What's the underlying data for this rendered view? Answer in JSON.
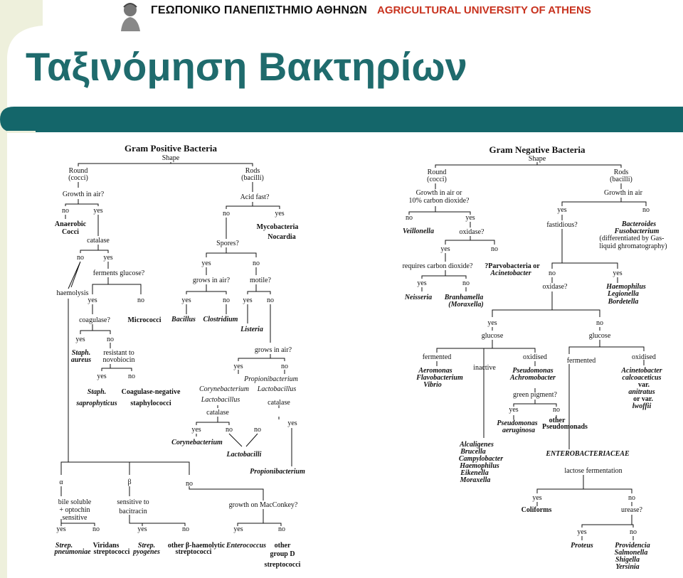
{
  "header": {
    "university_greek": "ΓΕΩΠΟΝΙΚΟ ΠΑΝΕΠΙΣΤΗΜΙΟ ΑΘΗΝΩΝ",
    "university_english": "AGRICULTURAL UNIVERSITY OF ATHENS"
  },
  "slide": {
    "title": "Ταξινόμηση Βακτηρίων"
  },
  "colors": {
    "accent": "#1f6b6d",
    "band": "#14666a",
    "brand_red": "#c8321e",
    "corner": "#eef0dc"
  },
  "gram_positive": {
    "title": "Gram Positive Bacteria",
    "shape": "Shape",
    "round": "Round",
    "cocci": "(cocci)",
    "rods": "Rods",
    "bacilli": "(bacilli)",
    "growth_air": "Growth in air?",
    "no": "no",
    "yes": "yes",
    "anaerobic": "Anaerobic",
    "cocci_b": "Cocci",
    "catalase": "catalase",
    "haemolysis": "haemolysis",
    "ferments_glucose": "ferments glucose?",
    "coagulase": "coagulase?",
    "micrococci": "Micrococci",
    "staph": "Staph.",
    "aureus": "aureus",
    "resistant": "resistant to",
    "novobiocin": "novobiocin",
    "staph2": "Staph.",
    "saprophyticus": "saprophyticus",
    "coag_neg": "Coagulase-negative",
    "staphylococci": "staphylococci",
    "acid_fast": "Acid fast?",
    "mycobacteria": "Mycobacteria",
    "nocardia": "Nocardia",
    "spores": "Spores?",
    "grows_in_air": "grows in air?",
    "motile": "motile?",
    "bacillus": "Bacillus",
    "clostridium": "Clostridium",
    "listeria": "Listeria",
    "grows_in_air2": "grows in air?",
    "corynebacterium": "Corynebacterium",
    "lactobacillus": "Lactobacillus",
    "propionibacterium": "Propionibacterium",
    "lactobacillus2": "Lactobacillus",
    "catalase2": "catalase",
    "catalase3": "catalase",
    "corynebacterium2": "Corynebacterium",
    "lactobacilli": "Lactobacilli",
    "propionibacterium2": "Propionibacterium",
    "alpha": "α",
    "beta": "β",
    "bile1": "bile soluble",
    "bile2": "+ optochin",
    "bile3": "sensitive",
    "sens1": "sensitive to",
    "sens2": "bacitracin",
    "growth_mac": "growth on MacConkey?",
    "strep": "Strep.",
    "pneumoniae": "pneumoniae",
    "viridans": "Viridans",
    "strep_v": "streptococci",
    "strep2": "Strep.",
    "pyogenes": "pyogenes",
    "other_bh": "other β-haemolytic",
    "strep_bh": "streptococci",
    "enterococcus": "Enterococcus",
    "other": "other",
    "group_d": "group D",
    "strep_d": "streptococci"
  },
  "gram_negative": {
    "title": "Gram Negative Bacteria",
    "shape": "Shape",
    "round": "Round",
    "cocci": "(cocci)",
    "rods": "Rods",
    "bacilli": "(bacilli)",
    "growth_co2_1": "Growth in air or",
    "growth_co2_2": "10% carbon dioxide?",
    "growth_air": "Growth in air",
    "no": "no",
    "yes": "yes",
    "veillonella": "Veillonella",
    "oxidase": "oxidase?",
    "requires_co2": "requires carbon dioxide?",
    "parvo1": "?Parvobacteria or",
    "parvo2": "Acinetobacter",
    "neisseria": "Neisseria",
    "branhamella": "Branhamella",
    "moraxella": "(Moraxella)",
    "fastidious": "fastidious?",
    "bacteroides": "Bacteroides",
    "fusobacterium": "Fusobacterium",
    "diff1": "(differentiated by Gas-",
    "diff2": "liquid ghromatography)",
    "oxidase2": "oxidase?",
    "haemophilus": "Haemophilus",
    "legionella": "Legionella",
    "bordetella": "Bordetella",
    "glucose": "glucose",
    "glucose2": "glucose",
    "fermented": "fermented",
    "inactive": "inactive",
    "oxidised": "oxidised",
    "fermented2": "fermented",
    "oxidised2": "oxidised",
    "aeromonas": "Aeromonas",
    "flavobacterium": "Flavobacterium",
    "vibrio": "Vibrio",
    "pseudomonas": "Pseudomonas",
    "achromobacter": "Achromobacter",
    "green_pigment": "green pigment?",
    "pseudomonas2": "Pseudomonas",
    "aeruginosa": "aeruginosa",
    "other": "other",
    "pseudomonads": "Pseudomonads",
    "acinetobacter": "Acinetobacter",
    "calco": "calcoaceticus",
    "var1": "var.",
    "anitratus": "anitratus",
    "orvar": "or var.",
    "lwoffii": "lwoffii",
    "alcaligenes": "Alcaligenes",
    "brucella": "Brucella",
    "campylobacter": "Campylobacter",
    "haemophilus2": "Haemophilus",
    "eikenella": "Eikenella",
    "moraxella2": "Moraxella",
    "entero": "ENTEROBACTERIACEAE",
    "lactose": "lactose fermentation",
    "coliforms": "Coliforms",
    "urease": "urease?",
    "proteus": "Proteus",
    "providencia": "Providencia",
    "salmonella": "Salmonella",
    "shigella": "Shigella",
    "yersinia": "Yersinia"
  }
}
